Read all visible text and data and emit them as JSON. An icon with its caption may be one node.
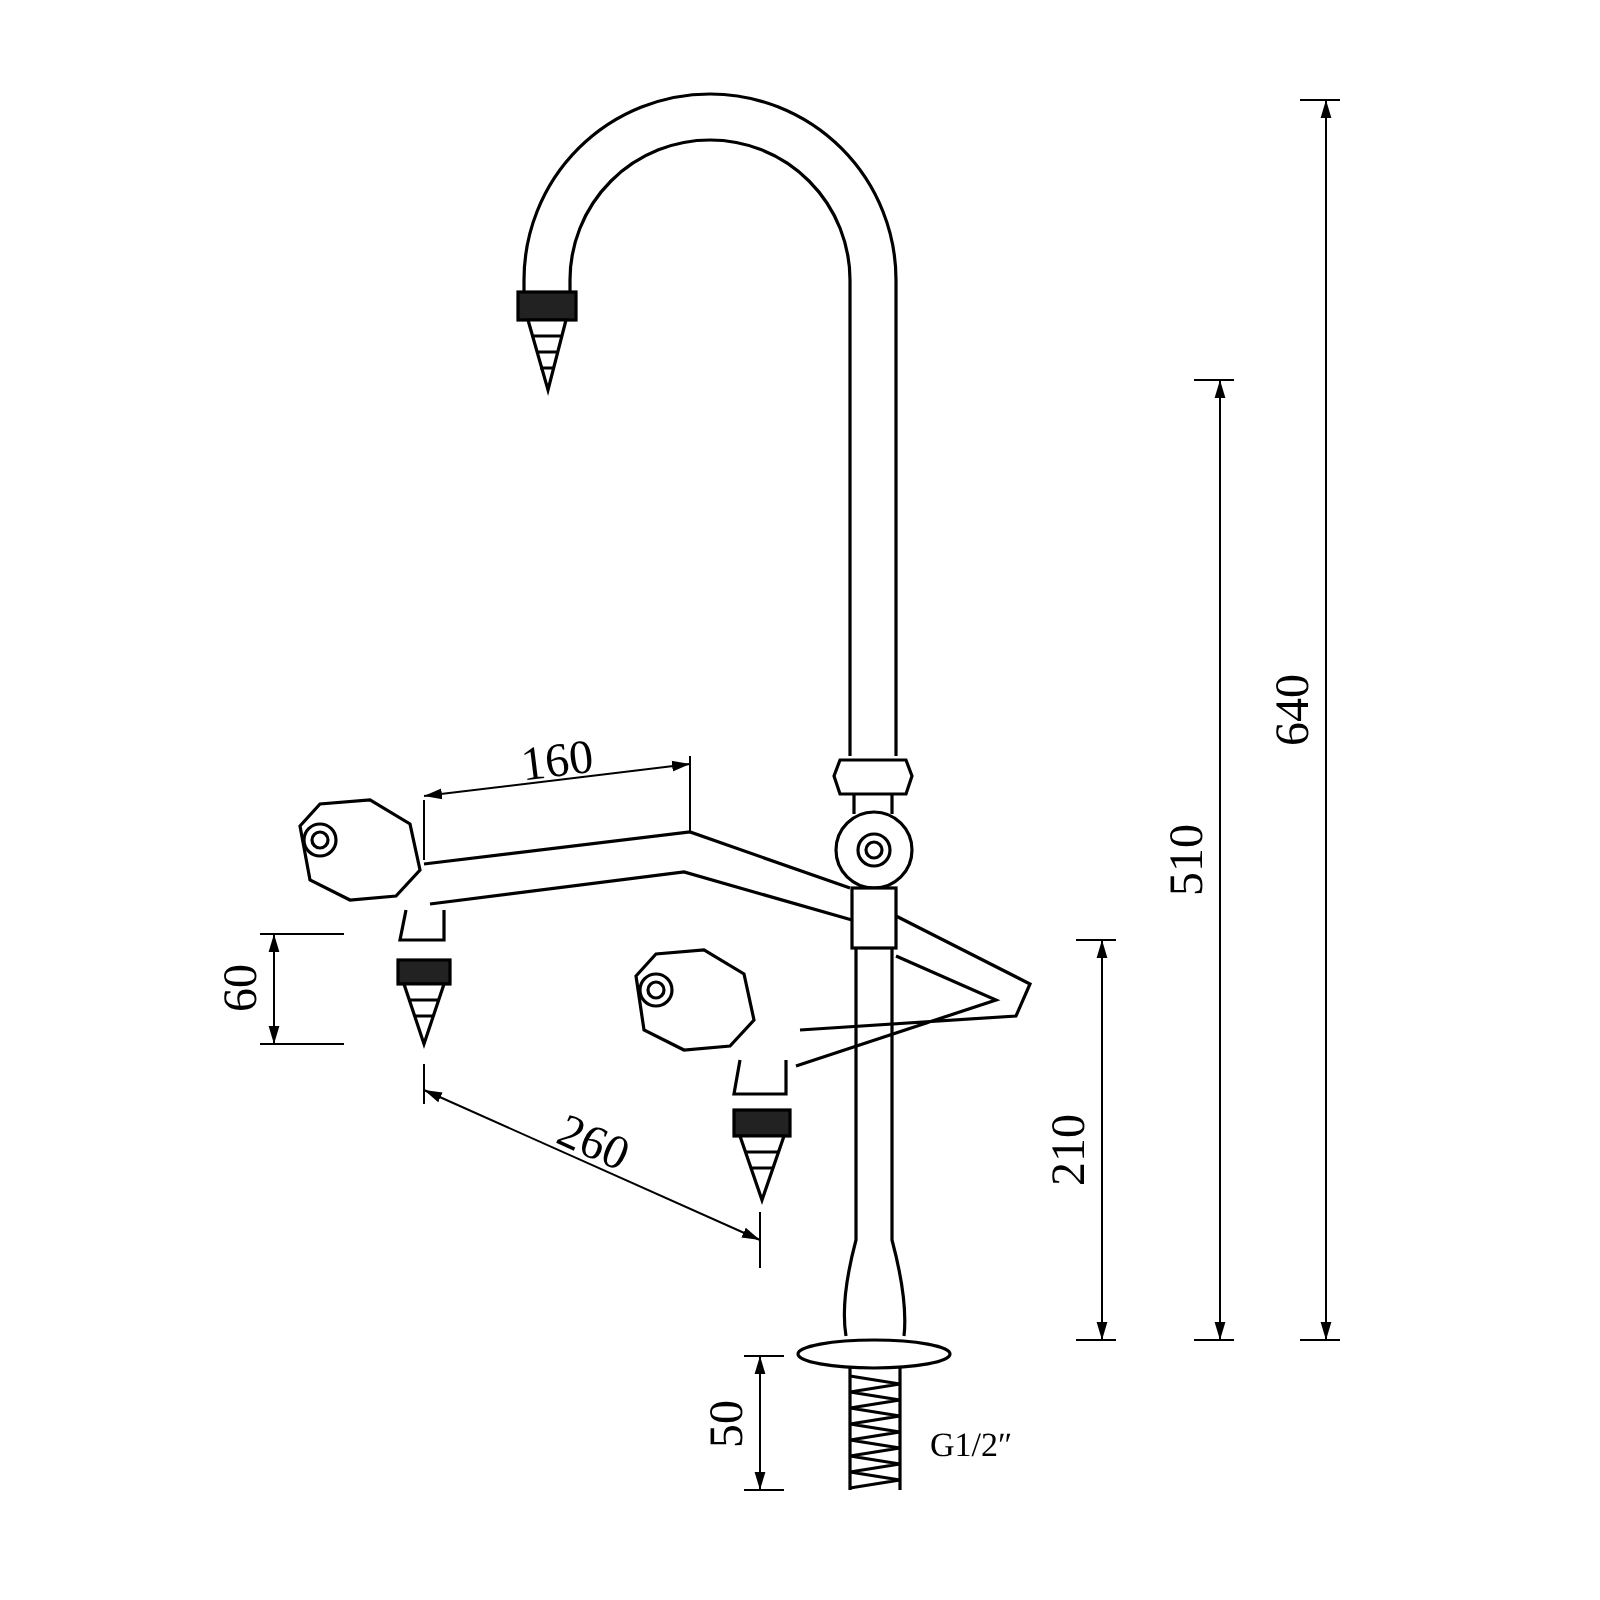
{
  "diagram": {
    "labels": [
      "160",
      "60",
      "260",
      "210",
      "510",
      "640",
      "50",
      "G1/2″"
    ]
  }
}
